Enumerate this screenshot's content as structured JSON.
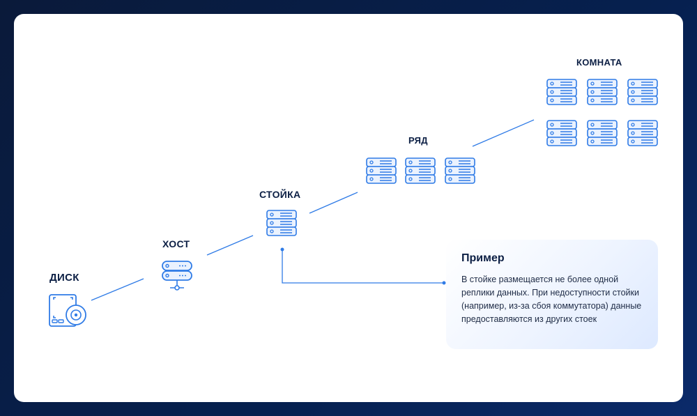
{
  "labels": {
    "disk": "ДИСК",
    "host": "ХОСТ",
    "rack": "СТОЙКА",
    "row": "РЯД",
    "room": "КОМНАТА"
  },
  "example": {
    "title": "Пример",
    "text": "В стойке размещается не более одной реплики данных. При недоступности стойки (например, из-за сбоя коммутатора) данные предоставляются из других стоек"
  },
  "colors": {
    "accent": "#2f7be6",
    "text": "#0c1f44"
  },
  "icons": {
    "disk": "disk-drive-icon",
    "host": "network-server-icon",
    "server": "server-rack-icon"
  }
}
